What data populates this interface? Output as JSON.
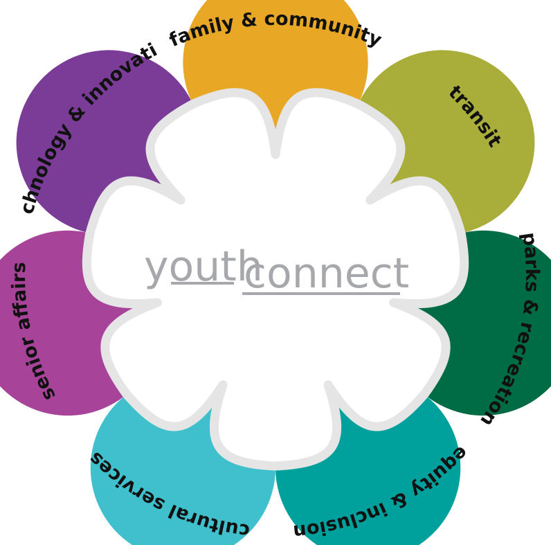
{
  "logo": {
    "word1": "youth",
    "word2": "connect",
    "color": "#a7a8ab"
  },
  "segments": [
    {
      "label": "family & community",
      "color": "#e8a825",
      "text_dir": "outward"
    },
    {
      "label": "transit",
      "color": "#a9ad3a",
      "text_dir": "outward"
    },
    {
      "label": "parks & recreation",
      "color": "#006c45",
      "text_dir": "outward"
    },
    {
      "label": "equity & inclusion",
      "color": "#00a19c",
      "text_dir": "outward"
    },
    {
      "label": "cultural services",
      "color": "#3fc0cc",
      "text_dir": "outward"
    },
    {
      "label": "senior affairs",
      "color": "#a7449a",
      "text_dir": "outward"
    },
    {
      "label": "technology & innovation",
      "color": "#7b3c97",
      "text_dir": "outward"
    }
  ],
  "petal_border_color": "#e5e5e6",
  "petal_fill_color": "#ffffff"
}
